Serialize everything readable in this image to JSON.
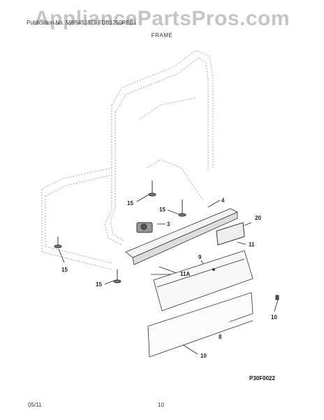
{
  "watermark": "AppliancePartsPros.com",
  "header": {
    "text": "Publication No. 5995451875  FDB1250REB1"
  },
  "section_title": "FRAME",
  "callouts": {
    "c15a": "15",
    "c15b": "15",
    "c15c": "15",
    "c15d": "15",
    "c4": "4",
    "c3": "3",
    "c20": "20",
    "c11": "11",
    "c11a": "11A",
    "c9": "9",
    "c10a": "10",
    "c10b": "10",
    "c8": "8"
  },
  "figure_code": "P30F0022",
  "footer": {
    "date": "05/11",
    "page": "10"
  }
}
